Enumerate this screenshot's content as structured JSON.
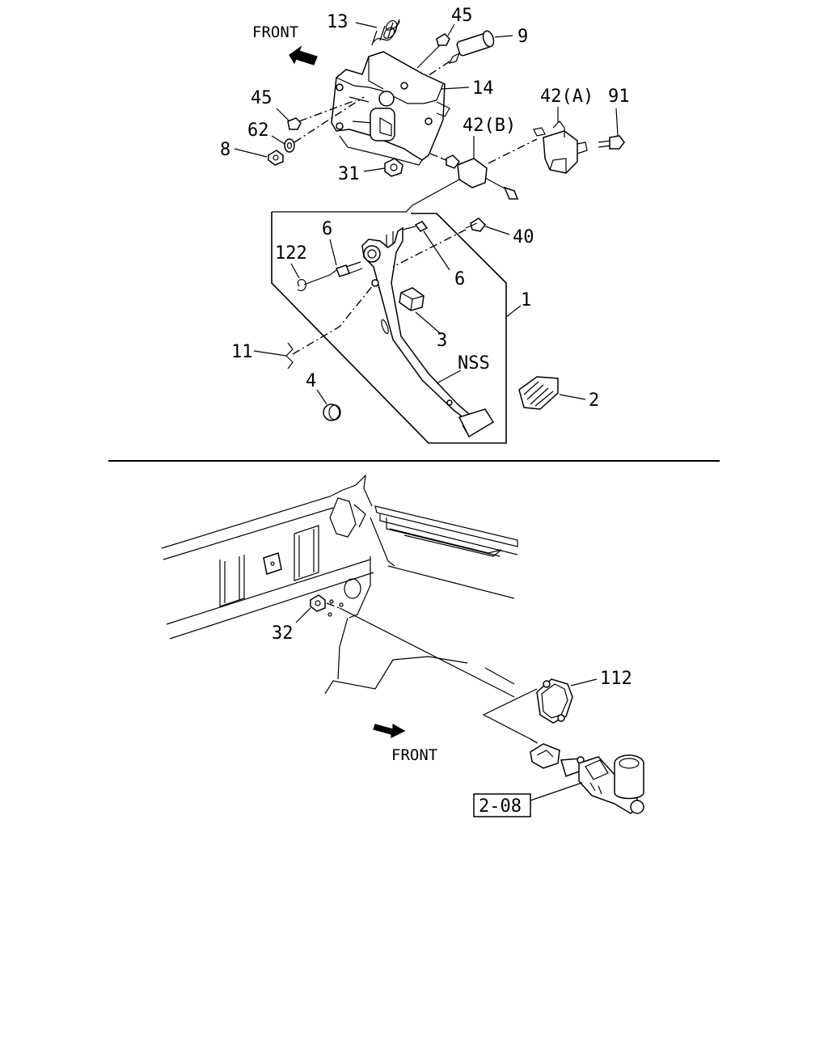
{
  "labels": {
    "front_top": "FRONT",
    "front_bottom": "FRONT",
    "p13": "13",
    "p45a": "45",
    "p9": "9",
    "p14": "14",
    "p45b": "45",
    "p62": "62",
    "p8": "8",
    "p31": "31",
    "p42a": "42(A)",
    "p91": "91",
    "p42b": "42(B)",
    "p6a": "6",
    "p6b": "6",
    "p40": "40",
    "p122": "122",
    "p1": "1",
    "p3": "3",
    "p11": "11",
    "pnss": "NSS",
    "p4": "4",
    "p2": "2",
    "p32": "32",
    "p112": "112",
    "ref208": "2-08"
  }
}
